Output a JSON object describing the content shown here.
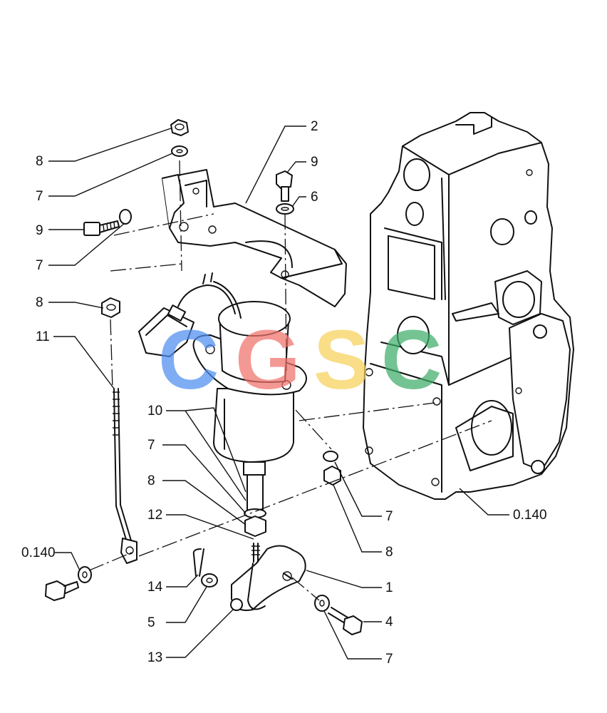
{
  "callouts": [
    {
      "id": "c-8-top",
      "text": "8"
    },
    {
      "id": "c-7-top",
      "text": "7"
    },
    {
      "id": "c-9-left",
      "text": "9"
    },
    {
      "id": "c-7-left",
      "text": "7"
    },
    {
      "id": "c-8-mid",
      "text": "8"
    },
    {
      "id": "c-11",
      "text": "11"
    },
    {
      "id": "c-2",
      "text": "2"
    },
    {
      "id": "c-9-right",
      "text": "9"
    },
    {
      "id": "c-6",
      "text": "6"
    },
    {
      "id": "c-10",
      "text": "10"
    },
    {
      "id": "c-7-lower",
      "text": "7"
    },
    {
      "id": "c-8-lower",
      "text": "8"
    },
    {
      "id": "c-12",
      "text": "12"
    },
    {
      "id": "c-0140-left",
      "text": "0.140"
    },
    {
      "id": "c-14",
      "text": "14"
    },
    {
      "id": "c-5",
      "text": "5"
    },
    {
      "id": "c-13",
      "text": "13"
    },
    {
      "id": "c-0140-right",
      "text": "0.140"
    },
    {
      "id": "c-7-right",
      "text": "7"
    },
    {
      "id": "c-8-right",
      "text": "8"
    },
    {
      "id": "c-1",
      "text": "1"
    },
    {
      "id": "c-4",
      "text": "4"
    },
    {
      "id": "c-7-bottom",
      "text": "7"
    }
  ],
  "watermark": {
    "letters": [
      "C",
      "G",
      "S",
      "C"
    ],
    "colors": [
      "#4f8ef0",
      "#f0716b",
      "#f8d25a",
      "#3fae6a"
    ]
  }
}
